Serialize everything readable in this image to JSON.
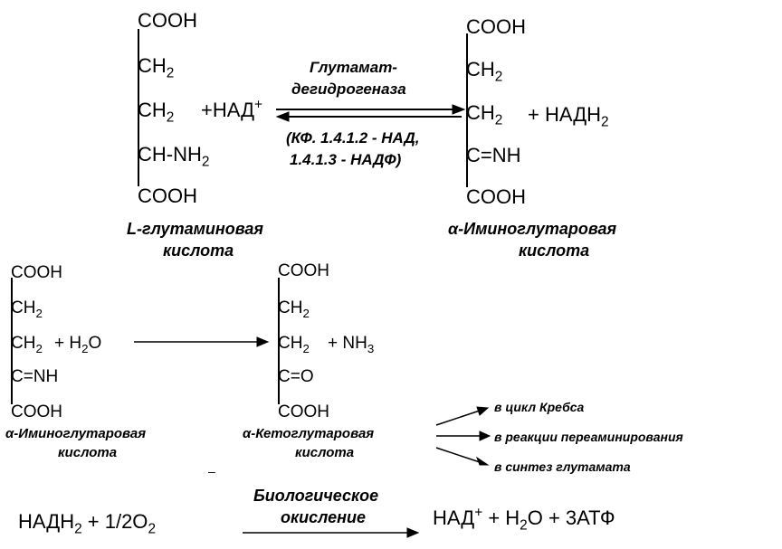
{
  "reaction1": {
    "left": {
      "formula": [
        "COOH",
        "CH2",
        "CH2",
        "CH-NH2",
        "COOH"
      ],
      "plus": "+НАД+",
      "name_line1": "L-глутаминовая",
      "name_line2": "кислота"
    },
    "enzyme_line1": "Глутамат-",
    "enzyme_line2": "дегидрогеназа",
    "ec_line1": "(КФ. 1.4.1.2 - НАД,",
    "ec_line2": "1.4.1.3 - НАДФ)",
    "right": {
      "formula": [
        "COOH",
        "CH2",
        "CH2",
        "C=NH",
        "COOH"
      ],
      "plus": "+ НАДН2",
      "name_line1": "α-Иминоглутаровая",
      "name_line2": "кислота"
    }
  },
  "reaction2": {
    "left": {
      "formula": [
        "COOH",
        "CH2",
        "CH2",
        "C=NH",
        "COOH"
      ],
      "plus": "+ H2O",
      "name_line1": "α-Иминоглутаровая",
      "name_line2": "кислота"
    },
    "right": {
      "formula": [
        "COOH",
        "CH2",
        "CH2",
        "C=O",
        "COOH"
      ],
      "plus": "+ NH3",
      "name_line1": "α-Кетоглутаровая",
      "name_line2": "кислота"
    },
    "fates": [
      "в цикл Кребса",
      "в реакции переаминирования",
      "в синтез глутамата"
    ],
    "dash": "–"
  },
  "reaction3": {
    "left": "НАДН2 + 1/2O2",
    "label_line1": "Биологическое",
    "label_line2": "окисление",
    "right": "НАД+ + H2O + 3АТФ"
  }
}
